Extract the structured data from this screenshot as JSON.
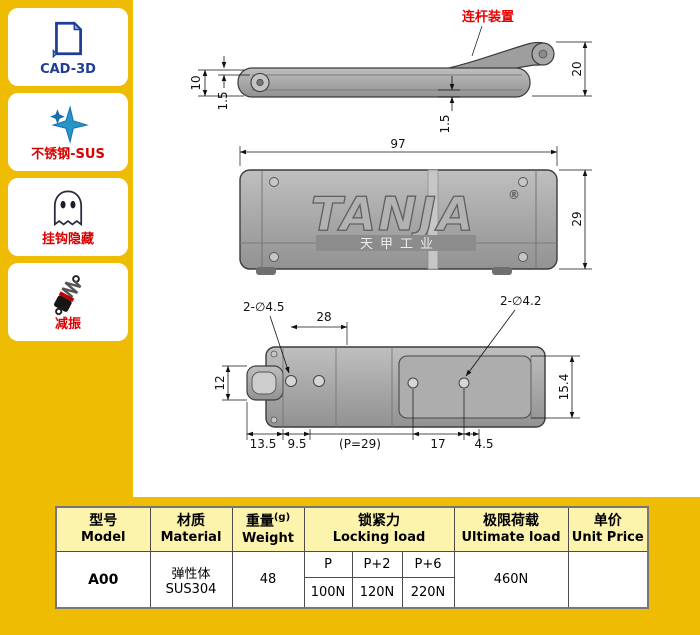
{
  "colors": {
    "background": "#EEBD03",
    "accent_red": "#D80000",
    "accent_blue": "#1D3D96",
    "table_header": "#FCF3AC"
  },
  "sidebar": {
    "items": [
      {
        "icon": "cad-document-icon",
        "label": "CAD-3D"
      },
      {
        "icon": "sparkle-star-icon",
        "label": "不锈钢-SUS"
      },
      {
        "icon": "ghost-icon",
        "label": "挂钩隐藏"
      },
      {
        "icon": "shock-absorber-icon",
        "label": "减振"
      }
    ]
  },
  "drawing": {
    "callout": "连杆装置",
    "logo": "TANJA",
    "logo_reg": "®",
    "logo_sub": "天甲工业",
    "side": {
      "d10": "10",
      "d1_5_left": "1.5",
      "d20": "20",
      "d1_5_bottom": "1.5"
    },
    "top": {
      "d97": "97",
      "d29": "29"
    },
    "bottom": {
      "phi45": "2-∅4.5",
      "d28": "28",
      "phi42": "2-∅4.2",
      "d12": "12",
      "d15_4": "15.4",
      "d13_5": "13.5",
      "d9_5": "9.5",
      "p29": "(P=29)",
      "d17": "17",
      "d4_5": "4.5"
    }
  },
  "table": {
    "headers": {
      "model_zh": "型号",
      "model_en": "Model",
      "material_zh": "材质",
      "material_en": "Material",
      "weight_zh": "重量",
      "weight_unit": "(g)",
      "weight_en": "Weight",
      "locking_zh": "锁紧力",
      "locking_en": "Locking load",
      "ultimate_zh": "极限荷载",
      "ultimate_en": "Ultimate load",
      "price_zh": "单价",
      "price_en": "Unit Price"
    },
    "row": {
      "model": "A00",
      "material_line1": "弹性体",
      "material_line2": "SUS304",
      "weight": "48",
      "locking": [
        {
          "p": "P",
          "v": "100N"
        },
        {
          "p": "P+2",
          "v": "120N"
        },
        {
          "p": "P+6",
          "v": "220N"
        }
      ],
      "ultimate": "460N",
      "price": ""
    }
  }
}
